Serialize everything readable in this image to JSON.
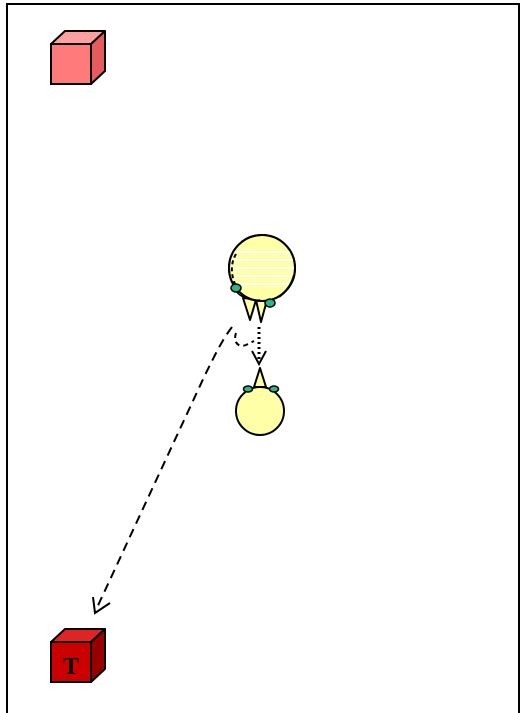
{
  "colors": {
    "background": "#ffffff",
    "frame_stroke": "#000000",
    "cube_light_front": "#ff7a7a",
    "cube_light_top": "#ffa0a0",
    "cube_light_side": "#e65c5c",
    "cube_dark_front": "#cc0000",
    "cube_dark_top": "#e02424",
    "cube_dark_side": "#990000",
    "agent_fill": "#ffffa8",
    "agent_stripe": "#ffffff",
    "hand_fill": "#2bb58f",
    "line_stroke": "#000000"
  },
  "objects": {
    "source_cube": {
      "icon": "cube-icon",
      "label": ""
    },
    "target_cube": {
      "icon": "cube-icon",
      "label": "T"
    },
    "lead_agent": {
      "icon": "agent-head-icon",
      "style": "striped"
    },
    "follower_agent": {
      "icon": "agent-head-icon",
      "style": "plain"
    }
  },
  "arrows": {
    "to_target": {
      "style": "dashed",
      "from": "lead_agent",
      "to": "target_cube"
    },
    "to_follower": {
      "style": "dotted",
      "from": "lead_agent",
      "to": "follower_agent"
    }
  }
}
